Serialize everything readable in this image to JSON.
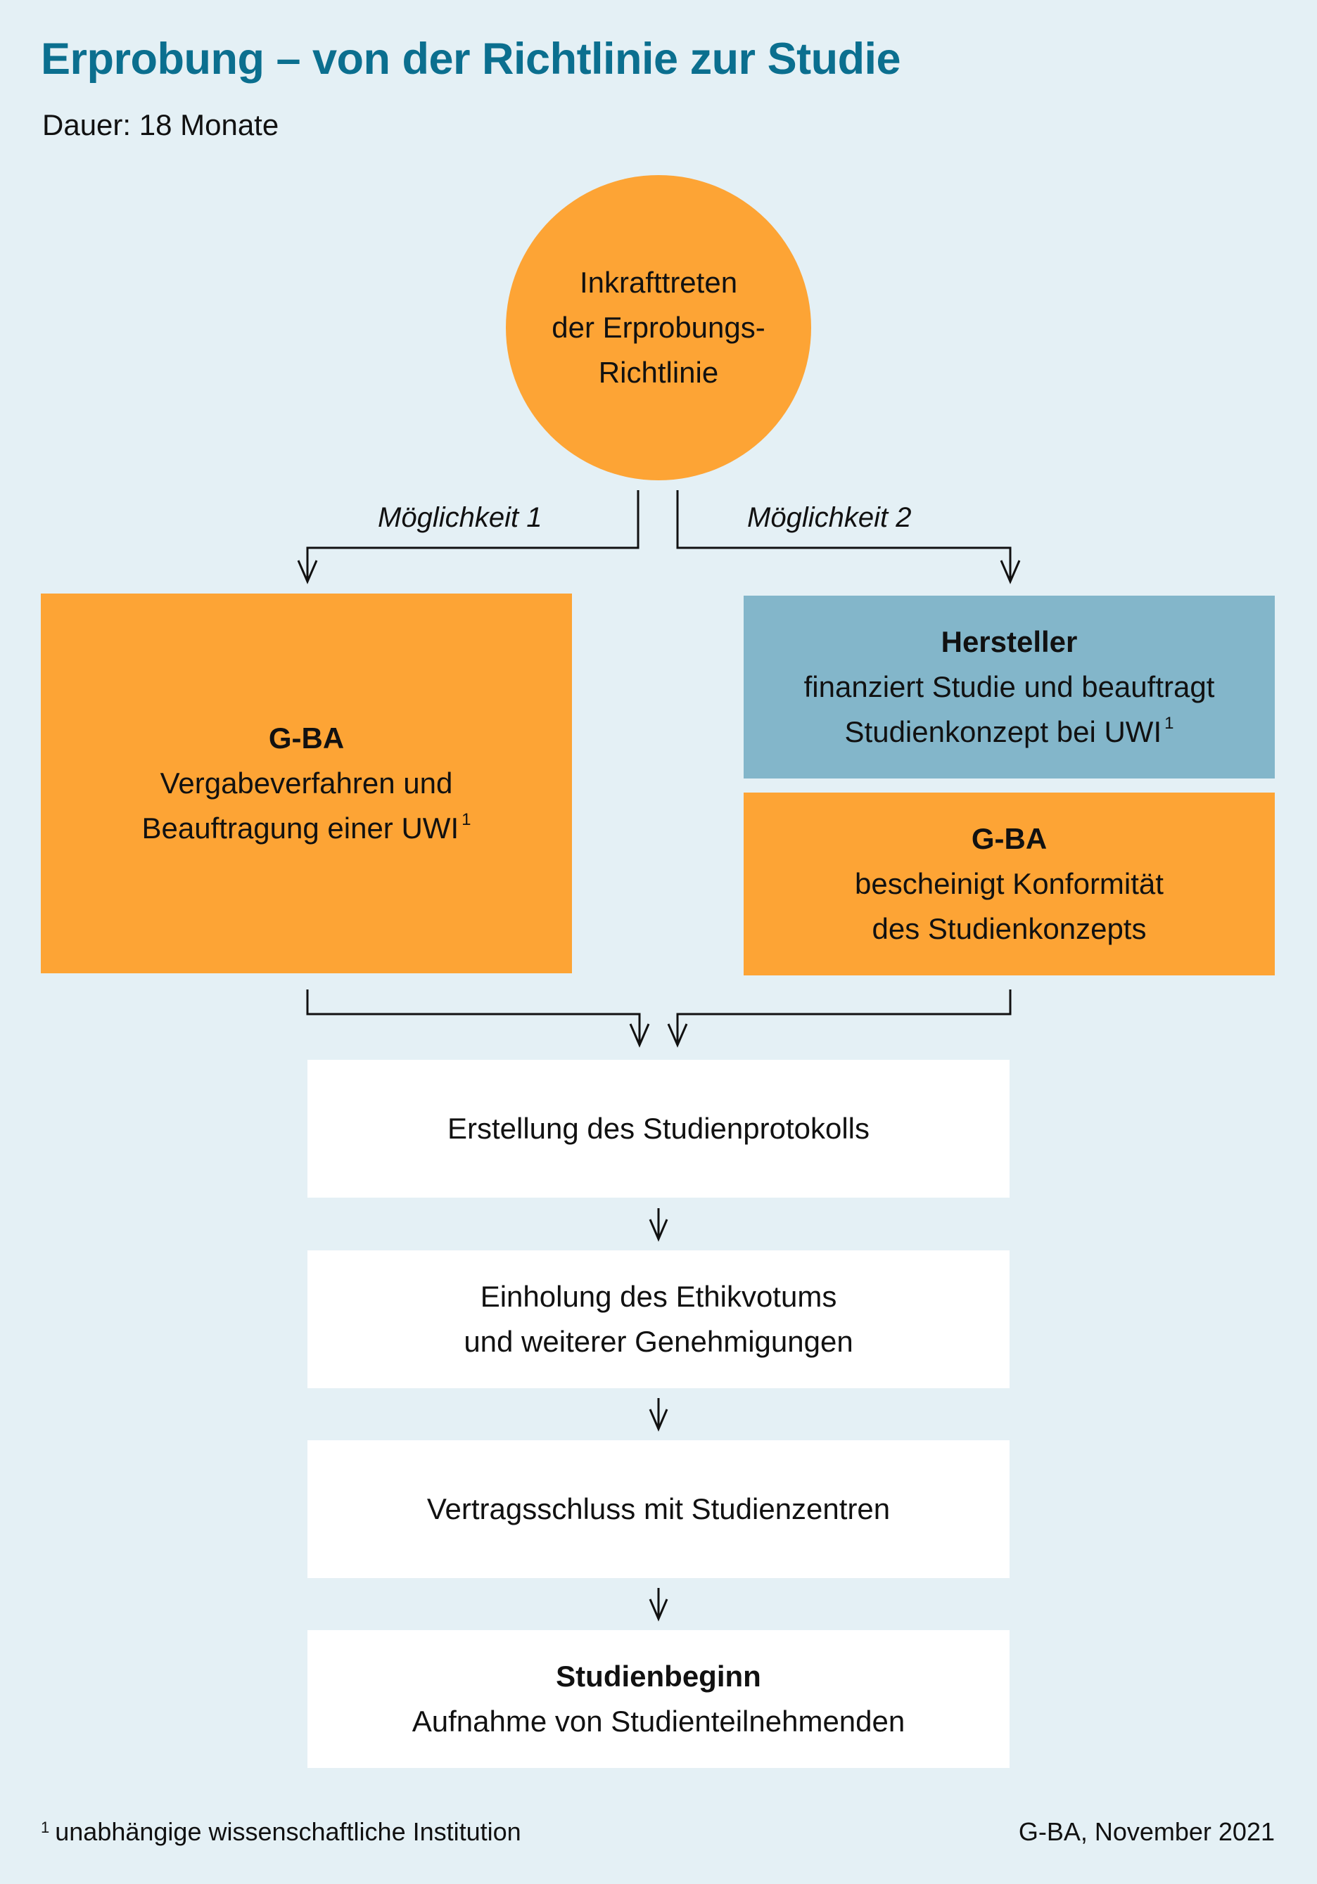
{
  "header": {
    "title": "Erprobung – von der Richtlinie zur Studie",
    "subtitle": "Dauer: 18 Monate"
  },
  "start": {
    "lines": [
      "Inkrafttreten",
      "der Erprobungs-",
      "Richtlinie"
    ]
  },
  "options": {
    "option1_label": "Möglichkeit 1",
    "option2_label": "Möglichkeit 2"
  },
  "option1_box": {
    "heading": "G-BA",
    "lines": [
      "Vergabeverfahren und",
      "Beauftragung einer UWI"
    ],
    "footnote_ref": "1"
  },
  "option2_boxes": {
    "hersteller": {
      "heading": "Hersteller",
      "lines": [
        "finanziert Studie und beauftragt",
        "Studienkonzept bei UWI"
      ],
      "footnote_ref": "1"
    },
    "gba": {
      "heading": "G-BA",
      "lines": [
        "bescheinigt Konformität",
        "des Studienkonzepts"
      ]
    }
  },
  "steps": [
    {
      "heading": "",
      "lines": [
        "Erstellung des Studienprotokolls"
      ]
    },
    {
      "heading": "",
      "lines": [
        "Einholung des Ethikvotums",
        "und weiterer Genehmigungen"
      ]
    },
    {
      "heading": "",
      "lines": [
        "Vertragsschluss mit Studienzentren"
      ]
    },
    {
      "heading": "Studienbeginn",
      "lines": [
        "Aufnahme von Studienteilnehmenden"
      ]
    }
  ],
  "footer": {
    "footnote_mark": "1",
    "footnote_text": "unabhängige wissenschaftliche Institution",
    "credit": "G-BA, November 2021"
  },
  "colors": {
    "background": "#e4f0f5",
    "title": "#0b6f8f",
    "orange": "#fda435",
    "blue": "#83b6ca",
    "white": "#ffffff",
    "line": "#111111"
  }
}
